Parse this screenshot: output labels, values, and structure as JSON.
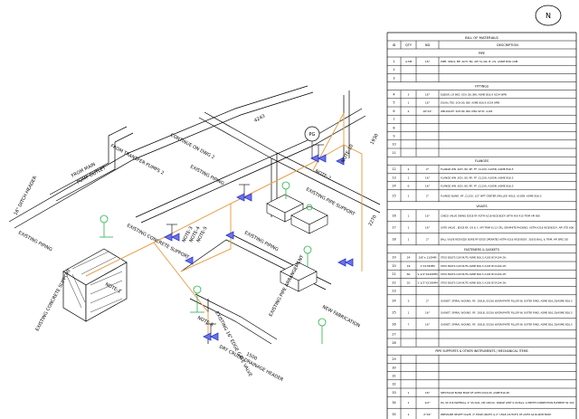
{
  "north": "N",
  "labels": {
    "from_main": "FROM MAIN",
    "pump_outlet": "PUMP OUTLET",
    "from_transfer": "FROM TRANSFER PUMPS 2",
    "continue_on_dwg": "CONTINUE ON DWG 2",
    "existing_piping": "EXISTING PIPING",
    "existing_concrete_support": "EXISTING CONCRETE SUPPORT",
    "existing_concrete_support2": "EXISTING CONCRETE SUPPORT",
    "ditch_header": "16\" DITCH HEADER",
    "existing_pipe_support": "EXISTING PIPE SUPPORT",
    "existing_pipe_arrangement": "EXISTING PIPE ARRANGEMENT",
    "new_fabrication": "NEW FABRICATION",
    "existing_gate_valve": "EXISTING 16\" EDGE GATE VALVE",
    "dry_crude_header": "DRY CRUDE DRAINAGE HEADER",
    "note_1": "NOTE-1",
    "note_2": "NOTE-2",
    "note_3": "NOTE-3",
    "note_4": "NOTE-4",
    "note_5": "NOTE-5",
    "note_8": "NOTE-8",
    "note_10": "NOTE-10",
    "pg": "PG",
    "dim_a": "4243",
    "dim_b": "1500",
    "dim_c": "2270",
    "dim_d": "1930"
  },
  "bom": {
    "title": "BILL OF MATERIALS",
    "headers": [
      "ID",
      "QTY",
      "ND",
      "DESCRIPTION"
    ],
    "sections": {
      "pipe": "PIPE",
      "fittings": "FITTINGS",
      "flanges": "FLANGES",
      "valves": "VALVES",
      "fasteners": "FASTENERS & GASKETS",
      "supports": "PIPE SUPPORTS & OTHER INSTRUMENTS / MECHANICAL ITEMS"
    },
    "rows": [
      {
        "id": "1",
        "qty": "4.3M",
        "nd": "16\"",
        "desc": "PIPE, SMLS, BE ,SCH. 80, API 5L GR. B ,CS, ASME B36.10M"
      },
      {
        "id": "2",
        "qty": "",
        "nd": "",
        "desc": ""
      },
      {
        "id": "3",
        "qty": "",
        "nd": "",
        "desc": ""
      },
      {
        "id": "4",
        "qty": "3",
        "nd": "16\"",
        "desc": "ELBOW, LR 90D, SCH. 80, BW, ASME B16.9 A234 WPB"
      },
      {
        "id": "5",
        "qty": "1",
        "nd": "16\"",
        "desc": "EQUAL TEE, SCH.80, BW, ASME B16.9 A234 WPB"
      },
      {
        "id": "6",
        "qty": "2",
        "nd": "16\"X2\"",
        "desc": "WELDOLET, SCH.80, BW, MSS SP 97, A105"
      },
      {
        "id": "7",
        "qty": "",
        "nd": "",
        "desc": ""
      },
      {
        "id": "8",
        "qty": "",
        "nd": "",
        "desc": ""
      },
      {
        "id": "9",
        "qty": "",
        "nd": "",
        "desc": ""
      },
      {
        "id": "10",
        "qty": "",
        "nd": "",
        "desc": ""
      },
      {
        "id": "11",
        "qty": "",
        "nd": "",
        "desc": ""
      },
      {
        "id": "12",
        "qty": "2",
        "nd": "2\"",
        "desc": "FLANGE WN ,SCH. 80, RF, FF ,CL150, A105N ,ASME B16.5"
      },
      {
        "id": "13",
        "qty": "1",
        "nd": "16\"",
        "desc": "FLANGE WN ,SCH. 80, RF, FF ,CL150, A105N ,ASME B16.5"
      },
      {
        "id": "14",
        "qty": "6",
        "nd": "16\"",
        "desc": "FLANGE WN ,SCH. 80, RF, FF ,CL150, A105N ,ASME B16.5"
      },
      {
        "id": "15",
        "qty": "1",
        "nd": "2\"",
        "desc": "FLANGE BLIND ,RF ,CL150, 1/2\" NPT CENTER DRILLED HOLE, A105N ,ASME B16.5"
      },
      {
        "id": "16",
        "qty": "1",
        "nd": "16\"",
        "desc": "CHECK VALVE SWING EDGE RF ASTM A216-WCB BODY WITH AISI 410 TRIM API 600"
      },
      {
        "id": "17",
        "qty": "1",
        "nd": "16\"",
        "desc": "GATE VALVE , EDGE RF, OS & Y, API TRIM 8 (13 CR), GRAPHITE PACKING, ASTM A216 WCB BODY, API STD 600."
      },
      {
        "id": "18",
        "qty": "1",
        "nd": "2\"",
        "desc": "BALL VALVE REDUCED BORE RF EDGE OPERATED ASTM A216 WCB BODY, 316SS BALL & TRIM, API SPEC 6D"
      },
      {
        "id": "19",
        "qty": "24",
        "nd": "5/8\"x 110MM",
        "desc": "STUD BOLTS C/W NUTS ASME B16.5 A193 B7/A194 2H."
      },
      {
        "id": "20",
        "qty": "16",
        "nd": "1\"X135MM",
        "desc": "STUD BOLTS C/W NUTS ASME B16.5 A193 B7/A194 2H."
      },
      {
        "id": "21",
        "qty": "60",
        "nd": "1-1/2\"X220MM",
        "desc": "STUD BOLTS C/W NUTS ASME B16.5 A193 B7/A194 2H."
      },
      {
        "id": "22",
        "qty": "20",
        "nd": "1-1/2\"X235MM",
        "desc": "STUD BOLTS C/W NUTS ASME B16.5 A193 B7/A194 2H."
      },
      {
        "id": "23",
        "qty": "",
        "nd": "",
        "desc": ""
      },
      {
        "id": "24",
        "qty": "3",
        "nd": "2\"",
        "desc": "GASKET, SPIRAL WOUND, RF, 150LB, SS316 W/GRAPHITE FILLER W/ OUTER RING, ASME B16.20/ASME B16.5"
      },
      {
        "id": "25",
        "qty": "1",
        "nd": "16\"",
        "desc": "GASKET, SPIRAL WOUND, RF, 150LB, SS316 W/GRAPHITE FILLER W/ OUTER RING, ASME B16.20/ASME B16.5"
      },
      {
        "id": "26",
        "qty": "7",
        "nd": "16\"",
        "desc": "GASKET, SPIRAL WOUND, RF, 150LB, SS316 W/GRAPHITE FILLER W/ OUTER RING, ASME B16.20/ASME B16.5"
      },
      {
        "id": "27",
        "qty": "",
        "nd": "",
        "desc": ""
      },
      {
        "id": "28",
        "qty": "",
        "nd": "",
        "desc": ""
      },
      {
        "id": "29",
        "qty": "",
        "nd": "",
        "desc": ""
      },
      {
        "id": "30",
        "qty": "",
        "nd": "",
        "desc": ""
      },
      {
        "id": "31",
        "qty": "",
        "nd": "",
        "desc": ""
      },
      {
        "id": "32",
        "qty": "",
        "nd": "",
        "desc": ""
      },
      {
        "id": "33",
        "qty": "1",
        "nd": "16\"",
        "desc": "SPECTACLE BLIND EDGE RF ASTM A516-60, ASME B16.48"
      },
      {
        "id": "34",
        "qty": "1",
        "nd": "1/2\"",
        "desc": "PG, SS 316 MATERIAL, 4\" SS DIAL, DN 100mm, RANGE LIMIT 0-20 Bars, 1/2MPTM CONNECTION ELEMENT SS 316."
      },
      {
        "id": "35",
        "qty": "1",
        "nd": "2\"X2\"",
        "desc": "PRESSURE RELIEF VALVE, 2\" EDGE (INLET) & 2\" 150# (OUTLET) RF ASTM A216-WCB BODY"
      }
    ]
  }
}
